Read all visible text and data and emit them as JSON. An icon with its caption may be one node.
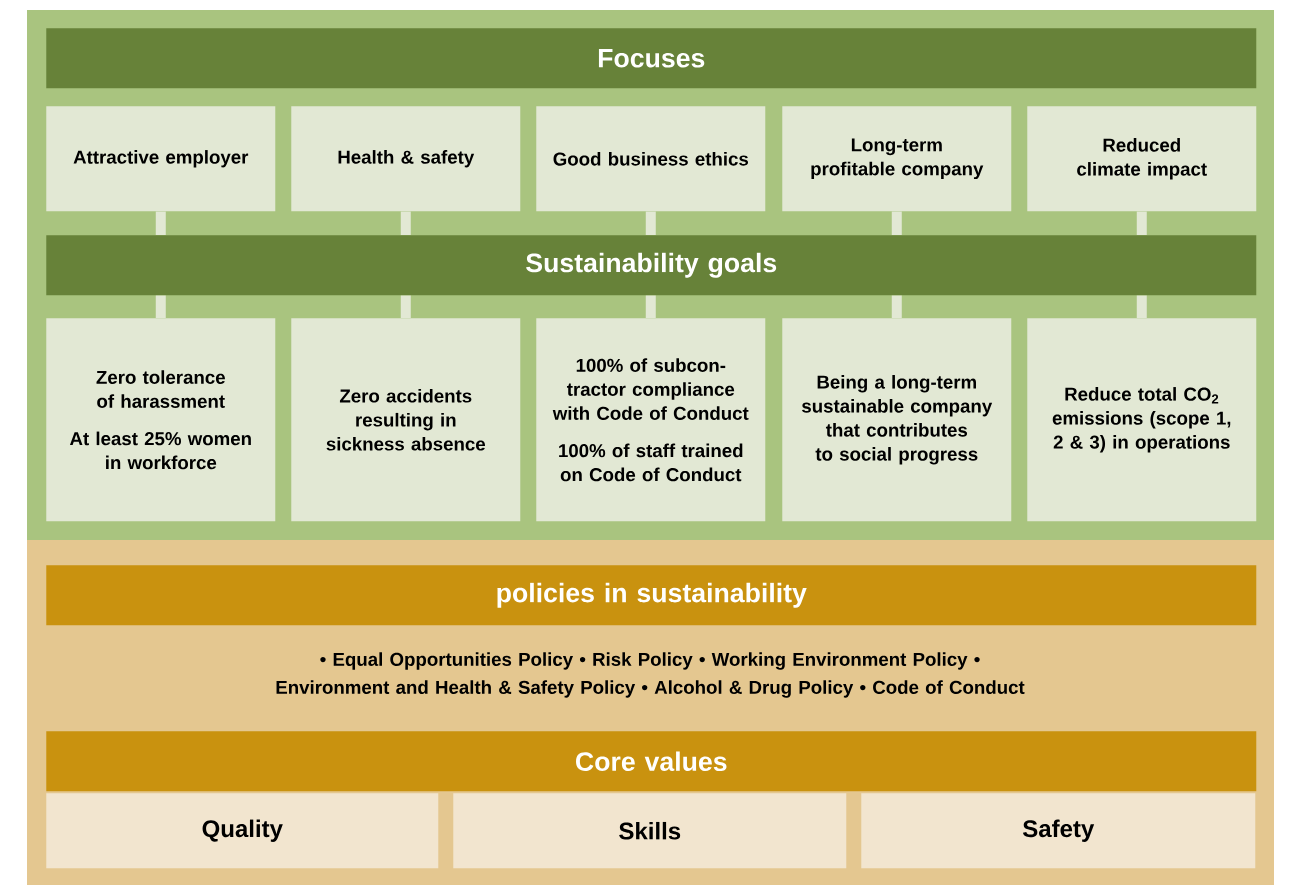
{
  "diagram": {
    "nodes": [
      {
        "text": [
          "Focuses"
        ]
      },
      {
        "text": [
          "Attractive employer"
        ]
      },
      {
        "text": [
          "Health & safety"
        ]
      },
      {
        "text": [
          "Good business ethics"
        ]
      },
      {
        "text": [
          "Long-term profitable company"
        ]
      },
      {
        "text": [
          "Reduced climate impact"
        ]
      },
      {
        "text": [
          "Sustainability goals"
        ]
      },
      {
        "text": [
          "Zero tolerance of harassment",
          "At least 25% women in workforce"
        ]
      },
      {
        "text": [
          "Zero accidents resulting in sickness absence"
        ]
      },
      {
        "text": [
          "100% of subcon-tractor compliance with Code of Conduct",
          "100% of staff trained on Code of Conduct"
        ]
      },
      {
        "text": [
          "Being a long-term sustainable company that contributes to social progress"
        ]
      },
      {
        "text": [
          "Reduce total CO$_{2}$ emissions (scope 1, 2 & 3) in operations"
        ]
      },
      {
        "text": [
          "policies in sustainability"
        ]
      },
      {
        "text": [
          "Core values"
        ]
      },
      {
        "text": [
          "Quality"
        ]
      },
      {
        "text": [
          "Skills"
        ]
      },
      {
        "text": [
          "Safety"
        ]
      }
    ],
    "edges": [
      {
        "from": 1,
        "to": 6,
        "arrow": "none"
      },
      {
        "from": 2,
        "to": 6,
        "arrow": "none"
      },
      {
        "from": 3,
        "to": 6,
        "arrow": "none"
      },
      {
        "from": 4,
        "to": 6,
        "arrow": "none"
      },
      {
        "from": 5,
        "to": 6,
        "arrow": "none"
      },
      {
        "from": 6,
        "to": 7,
        "arrow": "none"
      },
      {
        "from": 6,
        "to": 8,
        "arrow": "none"
      },
      {
        "from": 6,
        "to": 9,
        "arrow": "none"
      },
      {
        "from": 6,
        "to": 10,
        "arrow": "none"
      },
      {
        "from": 6,
        "to": 11,
        "arrow": "none"
      }
    ],
    "labels": [
      "• Equal Opportunities Policy • Risk Policy • Working Environment Policy • Environment and Health & Safety Policy • Alcohol & Drug Policy • Code of Conduct"
    ]
  }
}
